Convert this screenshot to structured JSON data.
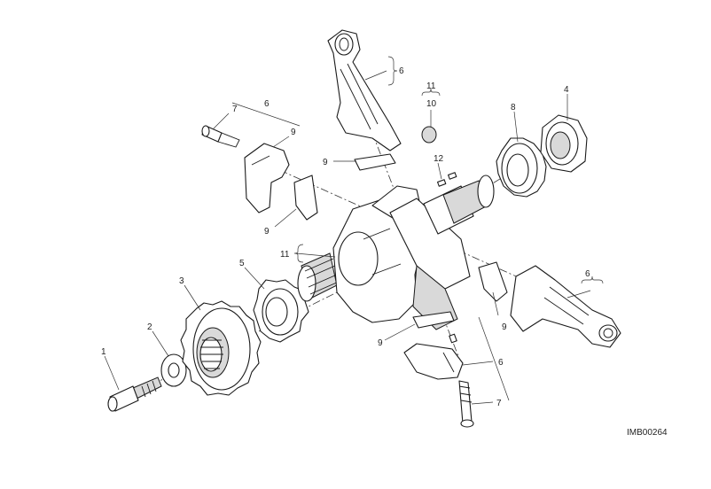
{
  "diagram": {
    "drawing_code": "IMB00264",
    "callouts": [
      "1",
      "2",
      "3",
      "4",
      "5",
      "6",
      "6",
      "6",
      "6",
      "7",
      "7",
      "8",
      "9",
      "9",
      "9",
      "9",
      "9",
      "10",
      "11",
      "11",
      "12"
    ]
  }
}
